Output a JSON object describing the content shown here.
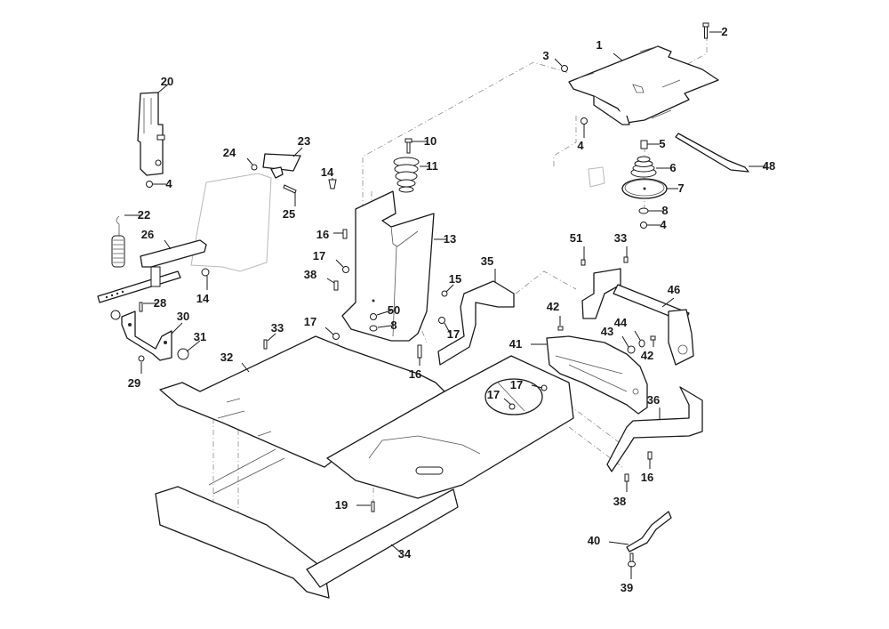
{
  "diagram": {
    "title": "Exploded parts diagram - frame, seat support and pedal assembly",
    "colors": {
      "line": "#1a1a1a",
      "ghost": "#b8b8b8",
      "background": "#ffffff"
    },
    "callouts": [
      {
        "id": "c1",
        "label": "1",
        "part": "seat-plate"
      },
      {
        "id": "c2",
        "label": "2",
        "part": "bolt"
      },
      {
        "id": "c3",
        "label": "3",
        "part": "nut"
      },
      {
        "id": "c4a",
        "label": "4",
        "part": "nut"
      },
      {
        "id": "c5",
        "label": "5",
        "part": "spacer"
      },
      {
        "id": "c48",
        "label": "48",
        "part": "rod"
      },
      {
        "id": "c6",
        "label": "6",
        "part": "spring"
      },
      {
        "id": "c7",
        "label": "7",
        "part": "disc"
      },
      {
        "id": "c8a",
        "label": "8",
        "part": "washer"
      },
      {
        "id": "c4b",
        "label": "4",
        "part": "nut"
      },
      {
        "id": "c20",
        "label": "20",
        "part": "pedal-support"
      },
      {
        "id": "c4c",
        "label": "4",
        "part": "nut"
      },
      {
        "id": "c24",
        "label": "24",
        "part": "nut"
      },
      {
        "id": "c23",
        "label": "23",
        "part": "pedal-pad"
      },
      {
        "id": "c25",
        "label": "25",
        "part": "bolt"
      },
      {
        "id": "c22",
        "label": "22",
        "part": "spring"
      },
      {
        "id": "c26",
        "label": "26",
        "part": "lever"
      },
      {
        "id": "c14a",
        "label": "14",
        "part": "screw"
      },
      {
        "id": "c14b",
        "label": "14",
        "part": "screw"
      },
      {
        "id": "c10",
        "label": "10",
        "part": "bolt"
      },
      {
        "id": "c11",
        "label": "11",
        "part": "spring"
      },
      {
        "id": "c13",
        "label": "13",
        "part": "column-panel"
      },
      {
        "id": "c16a",
        "label": "16",
        "part": "screw"
      },
      {
        "id": "c17a",
        "label": "17",
        "part": "nut"
      },
      {
        "id": "c38a",
        "label": "38",
        "part": "screw"
      },
      {
        "id": "c15",
        "label": "15",
        "part": "nut"
      },
      {
        "id": "c50",
        "label": "50",
        "part": "plug"
      },
      {
        "id": "c8b",
        "label": "8",
        "part": "washer"
      },
      {
        "id": "c17b",
        "label": "17",
        "part": "nut"
      },
      {
        "id": "c17c",
        "label": "17",
        "part": "nut"
      },
      {
        "id": "c16b",
        "label": "16",
        "part": "screw"
      },
      {
        "id": "c28",
        "label": "28",
        "part": "screw"
      },
      {
        "id": "c30",
        "label": "30",
        "part": "bracket"
      },
      {
        "id": "c31",
        "label": "31",
        "part": "bumper"
      },
      {
        "id": "c29",
        "label": "29",
        "part": "nut"
      },
      {
        "id": "c33a",
        "label": "33",
        "part": "screw"
      },
      {
        "id": "c32",
        "label": "32",
        "part": "floor-plate"
      },
      {
        "id": "c35",
        "label": "35",
        "part": "bracket"
      },
      {
        "id": "c51",
        "label": "51",
        "part": "screw"
      },
      {
        "id": "c33b",
        "label": "33",
        "part": "screw"
      },
      {
        "id": "c46",
        "label": "46",
        "part": "cross-bracket"
      },
      {
        "id": "c42a",
        "label": "42",
        "part": "plug"
      },
      {
        "id": "c41",
        "label": "41",
        "part": "housing"
      },
      {
        "id": "c43",
        "label": "43",
        "part": "washer"
      },
      {
        "id": "c44",
        "label": "44",
        "part": "o-ring"
      },
      {
        "id": "c42b",
        "label": "42",
        "part": "plug"
      },
      {
        "id": "c17d",
        "label": "17",
        "part": "nut"
      },
      {
        "id": "c17e",
        "label": "17",
        "part": "nut"
      },
      {
        "id": "c36",
        "label": "36",
        "part": "bracket"
      },
      {
        "id": "c16c",
        "label": "16",
        "part": "screw"
      },
      {
        "id": "c38b",
        "label": "38",
        "part": "screw"
      },
      {
        "id": "c19",
        "label": "19",
        "part": "screw"
      },
      {
        "id": "c34",
        "label": "34",
        "part": "main-frame"
      },
      {
        "id": "c40",
        "label": "40",
        "part": "bracket"
      },
      {
        "id": "c39",
        "label": "39",
        "part": "screw"
      }
    ]
  }
}
